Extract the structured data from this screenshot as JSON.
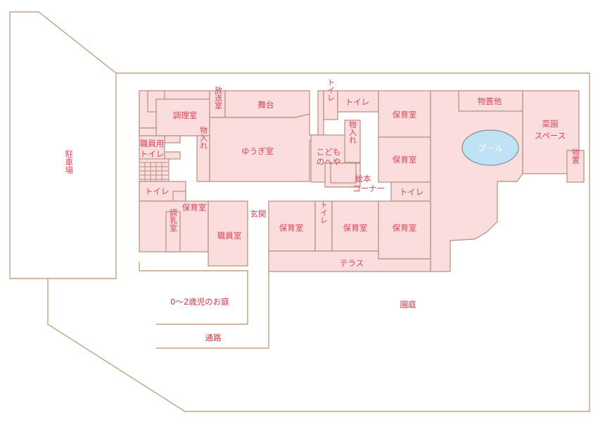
{
  "labels": {
    "parking": "駐車場",
    "cooking": "調理室",
    "broadcast": "放送室",
    "stage": "舞台",
    "toilet": "トイレ",
    "nursery": "保育室",
    "storage_etc": "物置他",
    "garden": "菜園",
    "space": "スペース",
    "pool": "プール",
    "storage": "物置",
    "staff_toilet_1": "職員用",
    "staff_toilet_2": "トイレ",
    "closet": "物入れ",
    "playroom": "ゆうぎ室",
    "kids_room_1": "こども",
    "kids_room_2": "のへや",
    "picture_book_1": "絵本",
    "picture_book_2": "コーナー",
    "entrance": "玄関",
    "milk_room": "調乳室",
    "staff_room": "職員室",
    "terrace": "テラス",
    "infant_yard": "0〜2歳児のお庭",
    "passage": "通路",
    "yard": "園庭"
  }
}
